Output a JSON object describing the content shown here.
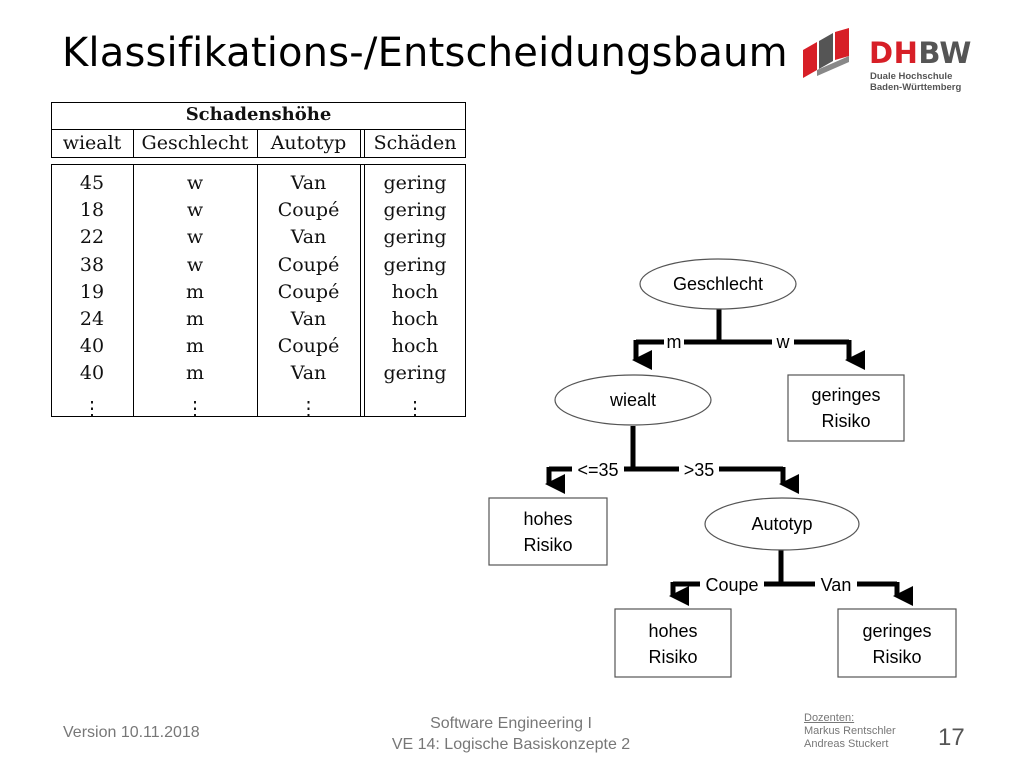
{
  "slide": {
    "title": "Klassifikations-/Entscheidungsbaum"
  },
  "logo": {
    "name_accent": "DH",
    "name_rest": "BW",
    "subtitle_line1": "Duale Hochschule",
    "subtitle_line2": "Baden-Württemberg"
  },
  "table": {
    "caption": "Schadenshöhe",
    "headers": [
      "wiealt",
      "Geschlecht",
      "Autotyp",
      "Schäden"
    ],
    "rows": [
      [
        "45",
        "w",
        "Van",
        "gering"
      ],
      [
        "18",
        "w",
        "Coupé",
        "gering"
      ],
      [
        "22",
        "w",
        "Van",
        "gering"
      ],
      [
        "38",
        "w",
        "Coupé",
        "gering"
      ],
      [
        "19",
        "m",
        "Coupé",
        "hoch"
      ],
      [
        "24",
        "m",
        "Van",
        "hoch"
      ],
      [
        "40",
        "m",
        "Coupé",
        "hoch"
      ],
      [
        "40",
        "m",
        "Van",
        "gering"
      ],
      [
        "⋮",
        "⋮",
        "⋮",
        "⋮"
      ]
    ]
  },
  "tree": {
    "root": "Geschlecht",
    "branch_m": "m",
    "branch_w": "w",
    "leaf_w_line1": "geringes",
    "leaf_w_line2": "Risiko",
    "node_wiealt": "wiealt",
    "branch_le35": "<=35",
    "branch_gt35": ">35",
    "leaf_le35_line1": "hohes",
    "leaf_le35_line2": "Risiko",
    "node_autotyp": "Autotyp",
    "branch_coupe": "Coupe",
    "branch_van": "Van",
    "leaf_coupe_line1": "hohes",
    "leaf_coupe_line2": "Risiko",
    "leaf_van_line1": "geringes",
    "leaf_van_line2": "Risiko"
  },
  "footer": {
    "version": "Version 10.11.2018",
    "course_line1": "Software Engineering I",
    "course_line2": "VE 14: Logische Basiskonzepte 2",
    "lecturers_header": "Dozenten:",
    "lecturer1": "Markus Rentschler",
    "lecturer2": "Andreas Stuckert",
    "page_number": "17"
  }
}
